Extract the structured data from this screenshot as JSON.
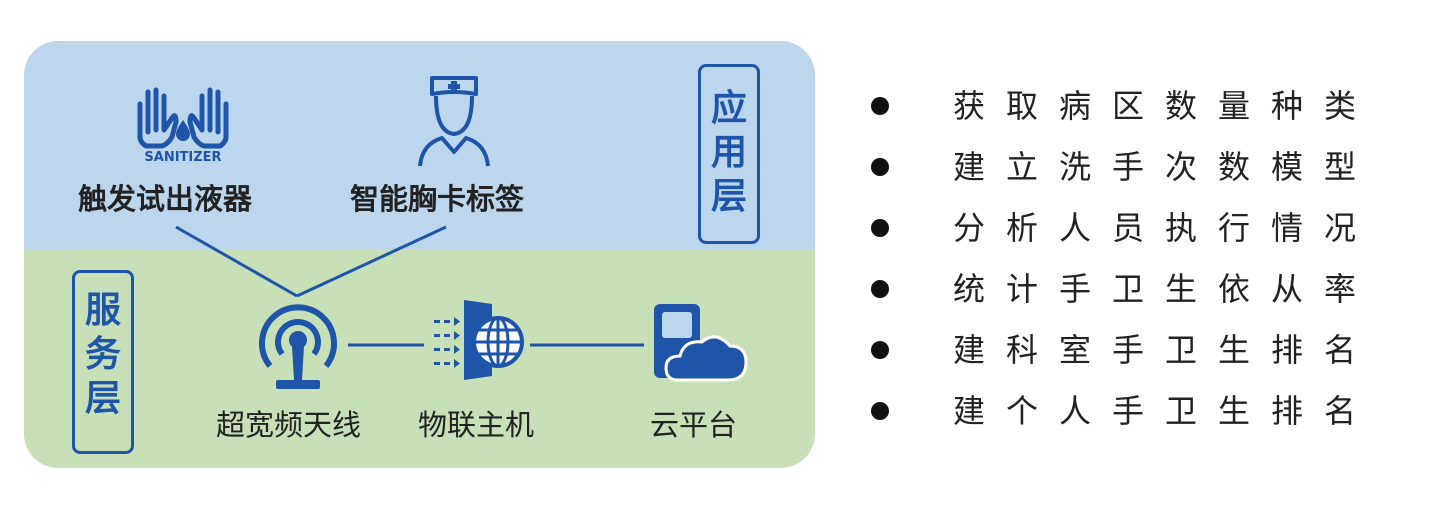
{
  "colors": {
    "app_layer_bg": "#bcd6ee",
    "service_layer_bg": "#c7e0b8",
    "accent": "#1f55a8"
  },
  "layers": {
    "application": {
      "label_chars": [
        "应",
        "用",
        "层"
      ]
    },
    "service": {
      "label_chars": [
        "服",
        "务",
        "层"
      ]
    }
  },
  "app_nodes": [
    {
      "label": "触发试出液器",
      "icon": "sanitizer-hands-icon",
      "icon_text": "SANITIZER"
    },
    {
      "label": "智能胸卡标签",
      "icon": "nurse-badge-icon"
    }
  ],
  "service_nodes": [
    {
      "label": "超宽频天线",
      "icon": "antenna-icon"
    },
    {
      "label": "物联主机",
      "icon": "iot-host-globe-icon"
    },
    {
      "label": "云平台",
      "icon": "cloud-server-icon"
    }
  ],
  "functions": [
    "获取病区数量种类",
    "建立洗手次数模型",
    "分析人员执行情况",
    "统计手卫生依从率",
    "建科室手卫生排名",
    "建个人手卫生排名"
  ]
}
